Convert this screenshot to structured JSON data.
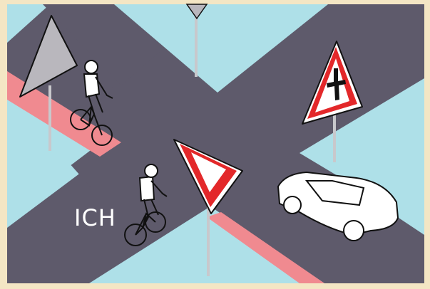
{
  "scene": {
    "label_ich": "ICH",
    "colors": {
      "background": "#f4e6c4",
      "corners": "#aee0e8",
      "road": "#5e5a6b",
      "bike_lane": "#f08a90",
      "sign_red": "#e3282a",
      "sign_white": "#ffffff",
      "sign_back_gray": "#b9b7bd",
      "pole": "#c8c8cc",
      "outline": "#111111"
    },
    "signs": [
      {
        "name": "priority-intersection-sign",
        "symbol": "crossroad-priority"
      },
      {
        "name": "yield-sign",
        "symbol": "none"
      },
      {
        "name": "sign-back-left"
      },
      {
        "name": "sign-back-top"
      }
    ],
    "participants": [
      {
        "name": "cyclist-top-left",
        "type": "bicycle"
      },
      {
        "name": "cyclist-ich",
        "type": "bicycle"
      },
      {
        "name": "car-right",
        "type": "car"
      }
    ]
  }
}
